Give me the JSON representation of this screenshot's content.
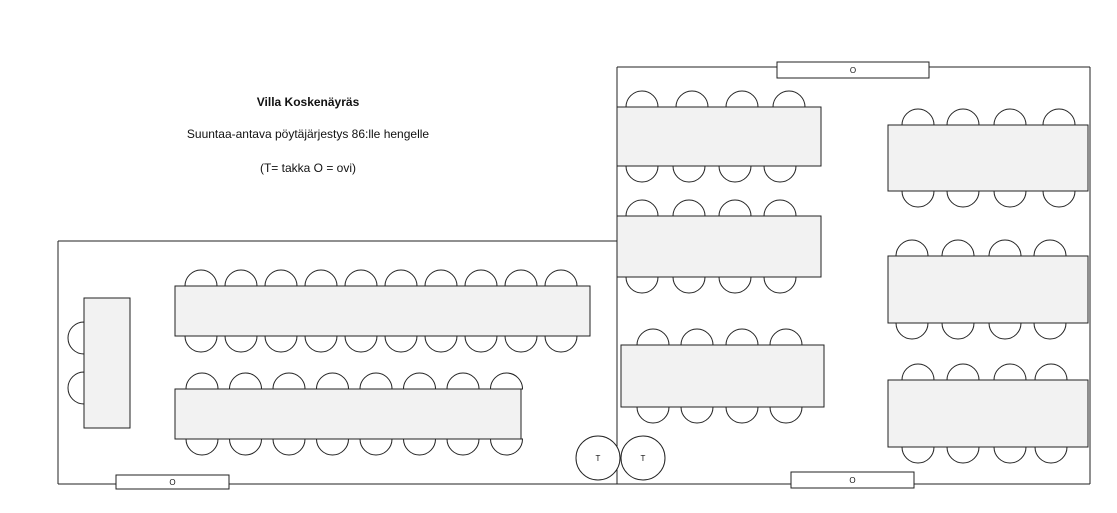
{
  "title": "Villa Koskenäyräs",
  "subtitle": "Suuntaa-antava pöytäjärjestys 86:lle hengelle",
  "legend": "(T= takka  O = ovi)",
  "door_label": "O",
  "fireplace_label": "T",
  "colors": {
    "line": "#222222",
    "table_fill": "#f2f2f2",
    "chair_fill": "#ffffff"
  }
}
